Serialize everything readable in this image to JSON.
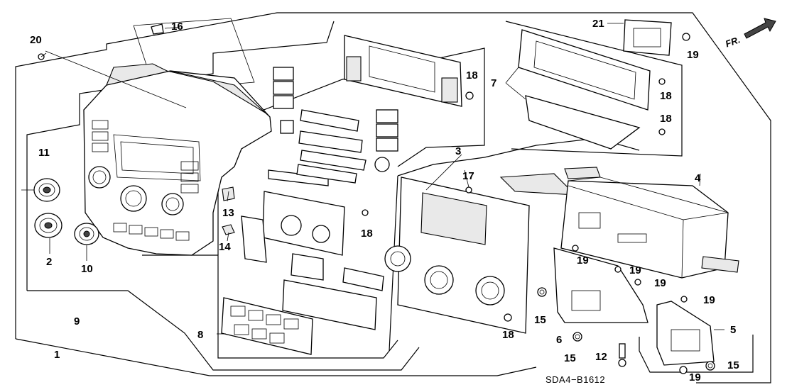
{
  "diagram": {
    "code": "SDA4−B1612",
    "direction_label": "FR.",
    "callouts": {
      "c1": "1",
      "c2": "2",
      "c3": "3",
      "c4": "4",
      "c5": "5",
      "c6": "6",
      "c7": "7",
      "c8": "8",
      "c9": "9",
      "c10": "10",
      "c11": "11",
      "c12": "12",
      "c13": "13",
      "c14": "14",
      "c15a": "15",
      "c15b": "15",
      "c15c": "15",
      "c16": "16",
      "c17": "17",
      "c18a": "18",
      "c18b": "18",
      "c18c": "18",
      "c18d": "18",
      "c18e": "18",
      "c19a": "19",
      "c19b": "19",
      "c19c": "19",
      "c19d": "19",
      "c19e": "19",
      "c19f": "19",
      "c20": "20",
      "c21": "21"
    }
  }
}
